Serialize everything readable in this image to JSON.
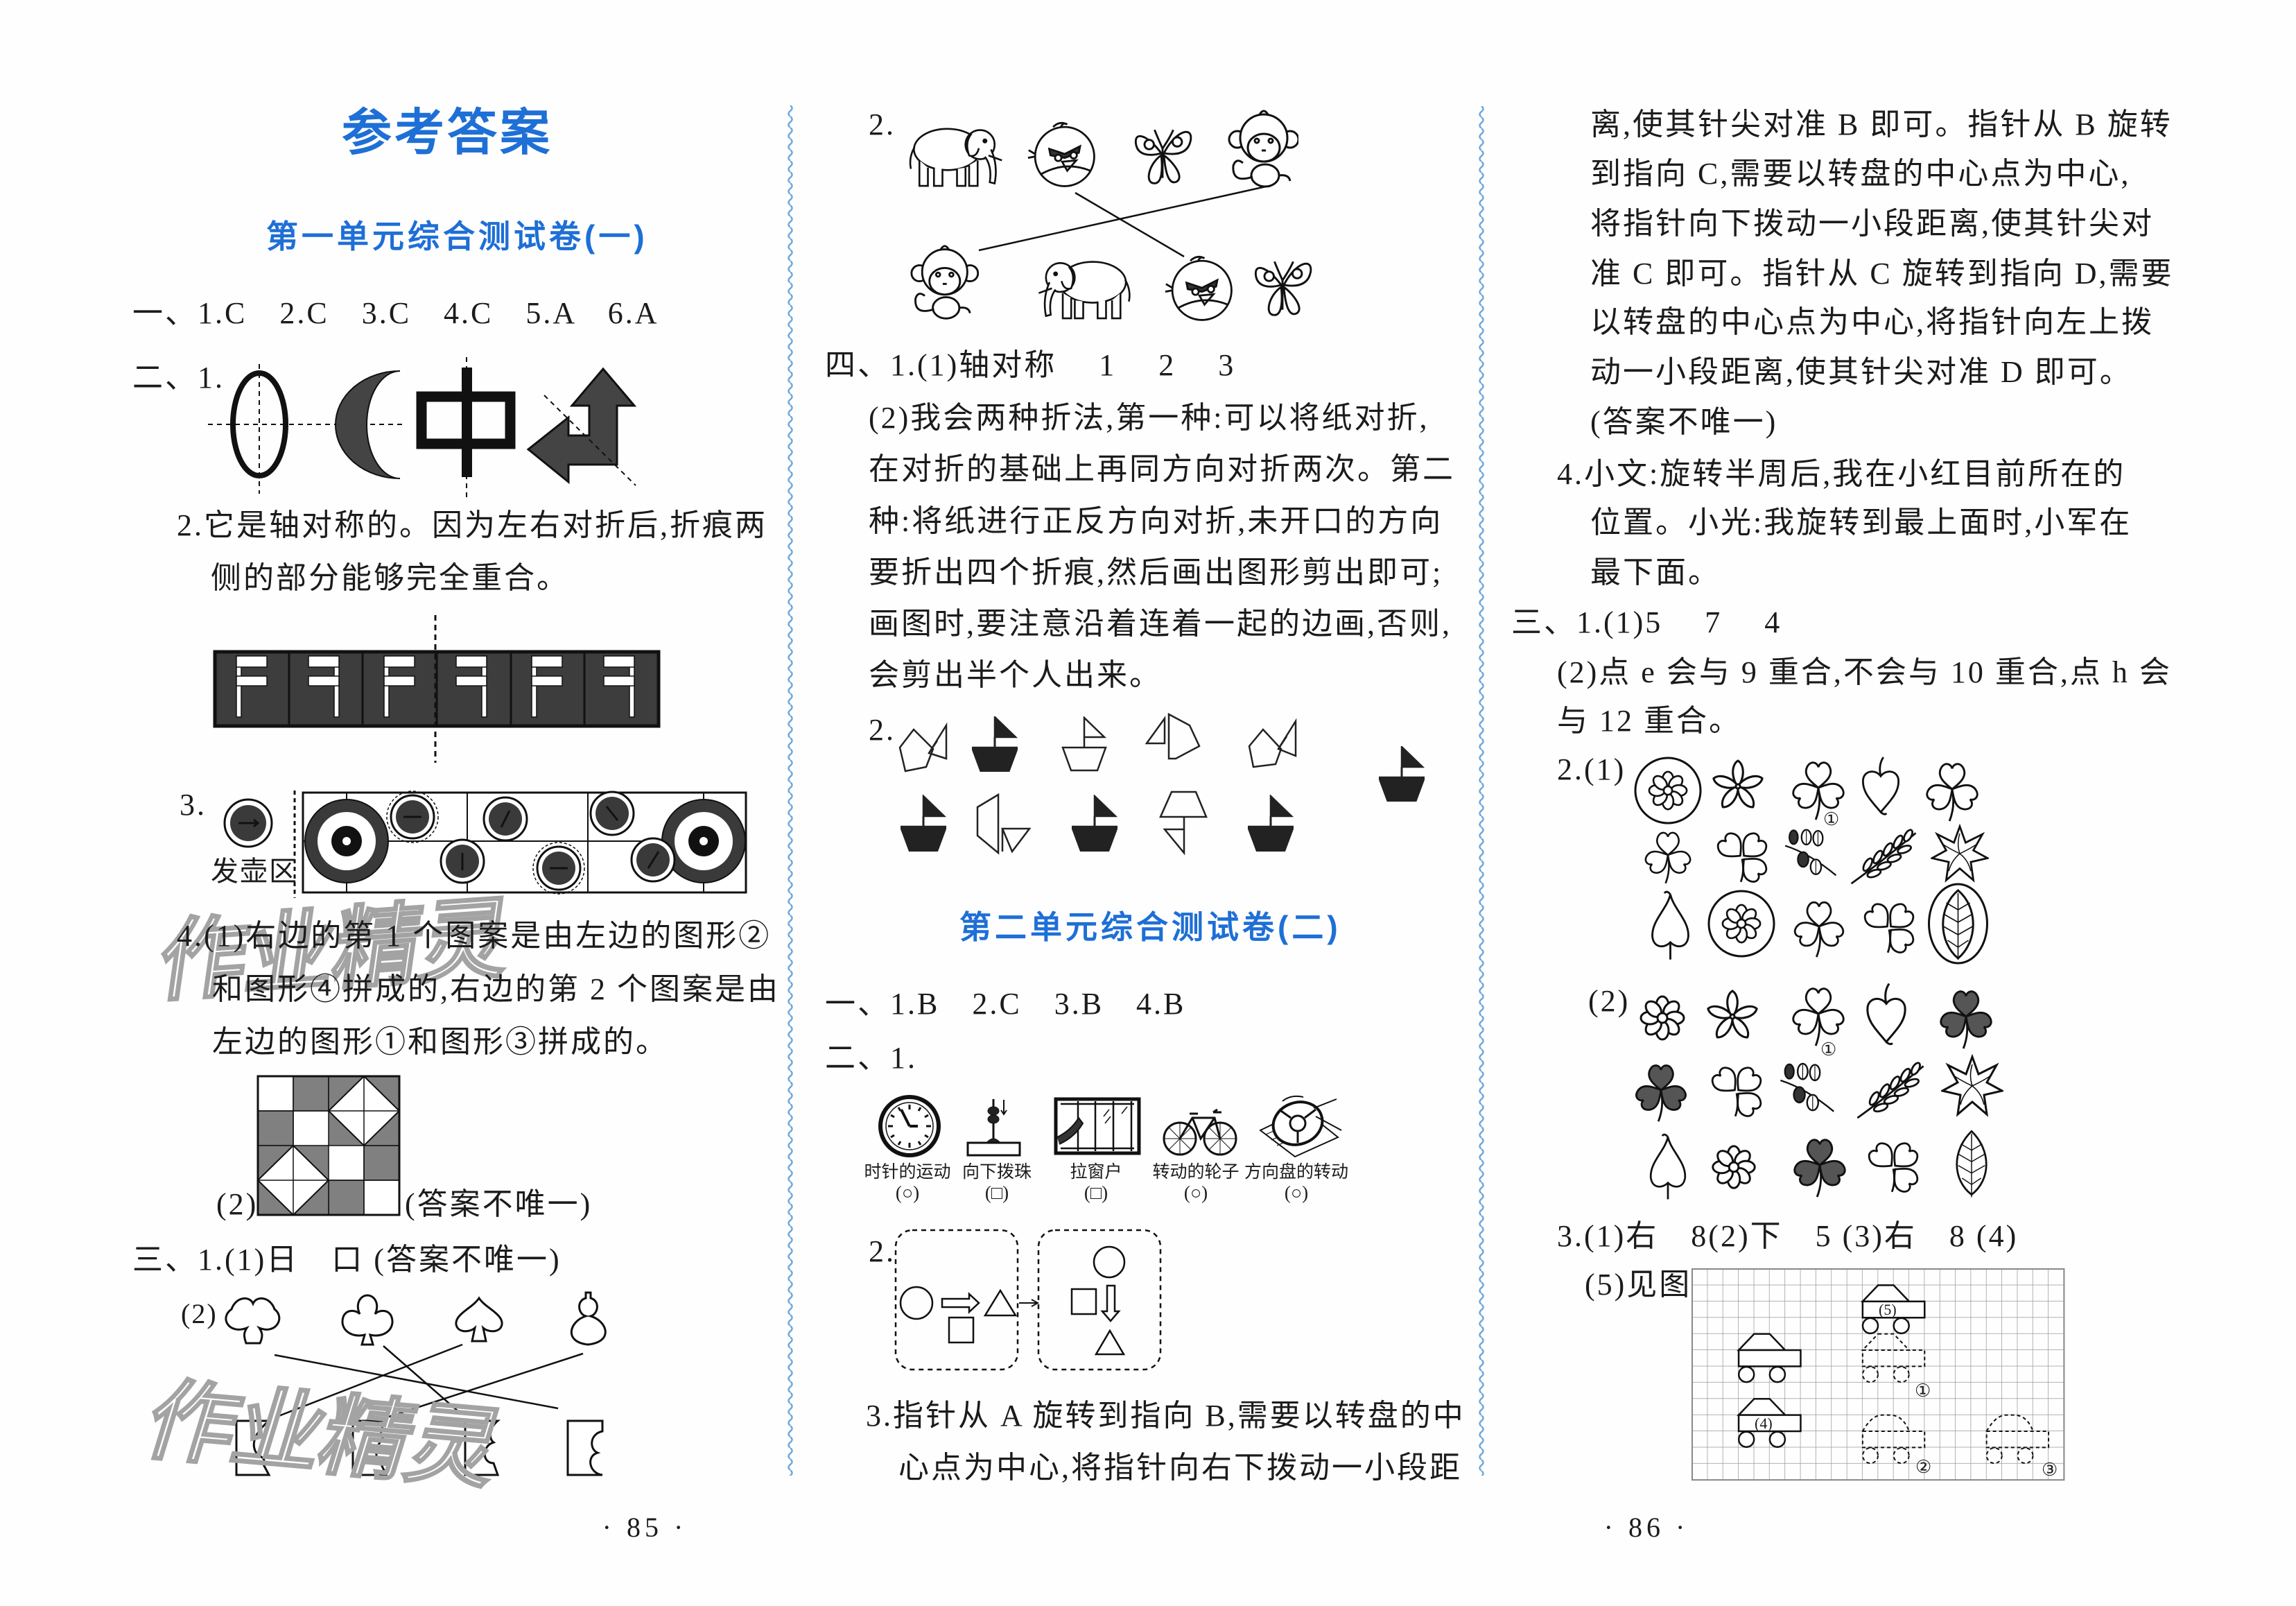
{
  "title": "参考答案",
  "watermark": "作业精灵",
  "page_numbers": {
    "left": "· 85 ·",
    "right": "· 86 ·"
  },
  "colors": {
    "heading_blue": "#1e6fd6",
    "divider_blue": "#6fa8dc",
    "shape_fill": "#3a3a3a",
    "watermark_gray": "#a3a3a3"
  },
  "unit1": {
    "heading": "第一单元综合测试卷(一)",
    "sec1": "一、1.C　2.C　3.C　4.C　5.A　6.A",
    "sec2_q1_label": "二、1.",
    "sec2_q1_shapes": [
      "ellipse",
      "crescent",
      "zhong-character",
      "bent-arrow"
    ],
    "sec2_q1_zhong": "中",
    "sec2_q2_lines": [
      "2.它是轴对称的。因为左右对折后,折痕两",
      "侧的部分能够完全重合。"
    ],
    "sec2_q3_label": "3.",
    "curling_zone_label": "发壶区",
    "sec2_q4_lines": [
      "4.(1)右边的第 1 个图案是由左边的图形②",
      "和图形④拼成的,右边的第 2 个图案是由",
      "左边的图形①和图形③拼成的。"
    ],
    "sec2_q4_part2_label": "(2)",
    "sec2_q4_part2_note": "(答案不唯一)",
    "sec3_q1_line": "三、1.(1)日　口 (答案不唯一)",
    "sec3_q1_part2_label": "(2)",
    "sec3_matching_shapes": [
      "clover",
      "club",
      "spade",
      "gourd"
    ],
    "sec3_q2_label": "2.",
    "sec3_q2_animals_top": [
      "elephant",
      "angry-bird",
      "butterfly",
      "monkey"
    ],
    "sec3_q2_animals_bottom": [
      "monkey",
      "elephant",
      "angry-bird",
      "butterfly"
    ],
    "sec4_lines": [
      "四、1.(1)轴对称　 1　 2　 3",
      "(2)我会两种折法,第一种:可以将纸对折,",
      "在对折的基础上再同方向对折两次。第二",
      "种:将纸进行正反方向对折,未开口的方向",
      "要折出四个折痕,然后画出图形剪出即可;",
      "画图时,要注意沿着连着一起的边画,否则,",
      "会剪出半个人出来。"
    ],
    "sec4_q2_label": "2."
  },
  "unit2": {
    "heading": "第二单元综合测试卷(二)",
    "sec1": "一、1.B　2.C　3.B　4.B",
    "sec2_q1_label": "二、1.",
    "motions": [
      {
        "label": "时针的运动",
        "answer": "(○)"
      },
      {
        "label": "向下拨珠",
        "answer": "(□)"
      },
      {
        "label": "拉窗户",
        "answer": "(□)"
      },
      {
        "label": "转动的轮子",
        "answer": "(○)"
      },
      {
        "label": "方向盘的转动",
        "answer": "(○)"
      }
    ],
    "sec2_q2_label": "2.",
    "sec2_q3_lines": [
      "3.指针从 A 旋转到指向 B,需要以转盘的中",
      "心点为中心,将指针向右下拨动一小段距",
      "离,使其针尖对准 B 即可。指针从 B 旋转",
      "到指向 C,需要以转盘的中心点为中心,",
      "将指针向下拨动一小段距离,使其针尖对",
      "准 C 即可。指针从 C 旋转到指向 D,需要",
      "以转盘的中心点为中心,将指针向左上拨",
      "动一小段距离,使其针尖对准 D 即可。",
      "(答案不唯一)"
    ],
    "sec2_q4_lines": [
      "4.小文:旋转半周后,我在小红目前所在的",
      "位置。小光:我旋转到最上面时,小军在",
      "最下面。"
    ],
    "sec3_q1_lines": [
      "三、1.(1)5　 7　 4",
      "(2)点 e 会与 9 重合,不会与 10 重合,点 h 会",
      "与 12 重合。"
    ],
    "sec3_q2_part1_label": "2.(1)",
    "sec3_q2_part2_label": "(2)",
    "flower_marker": "①",
    "sec3_q3_line": "3.(1)右　8(2)下　5 (3)右　8 (4)",
    "sec3_q3_part5_label": "(5)见图",
    "grid_labels": {
      "car4": "(4)",
      "car5": "(5)",
      "pos1": "①",
      "pos2": "②",
      "pos3": "③"
    }
  }
}
